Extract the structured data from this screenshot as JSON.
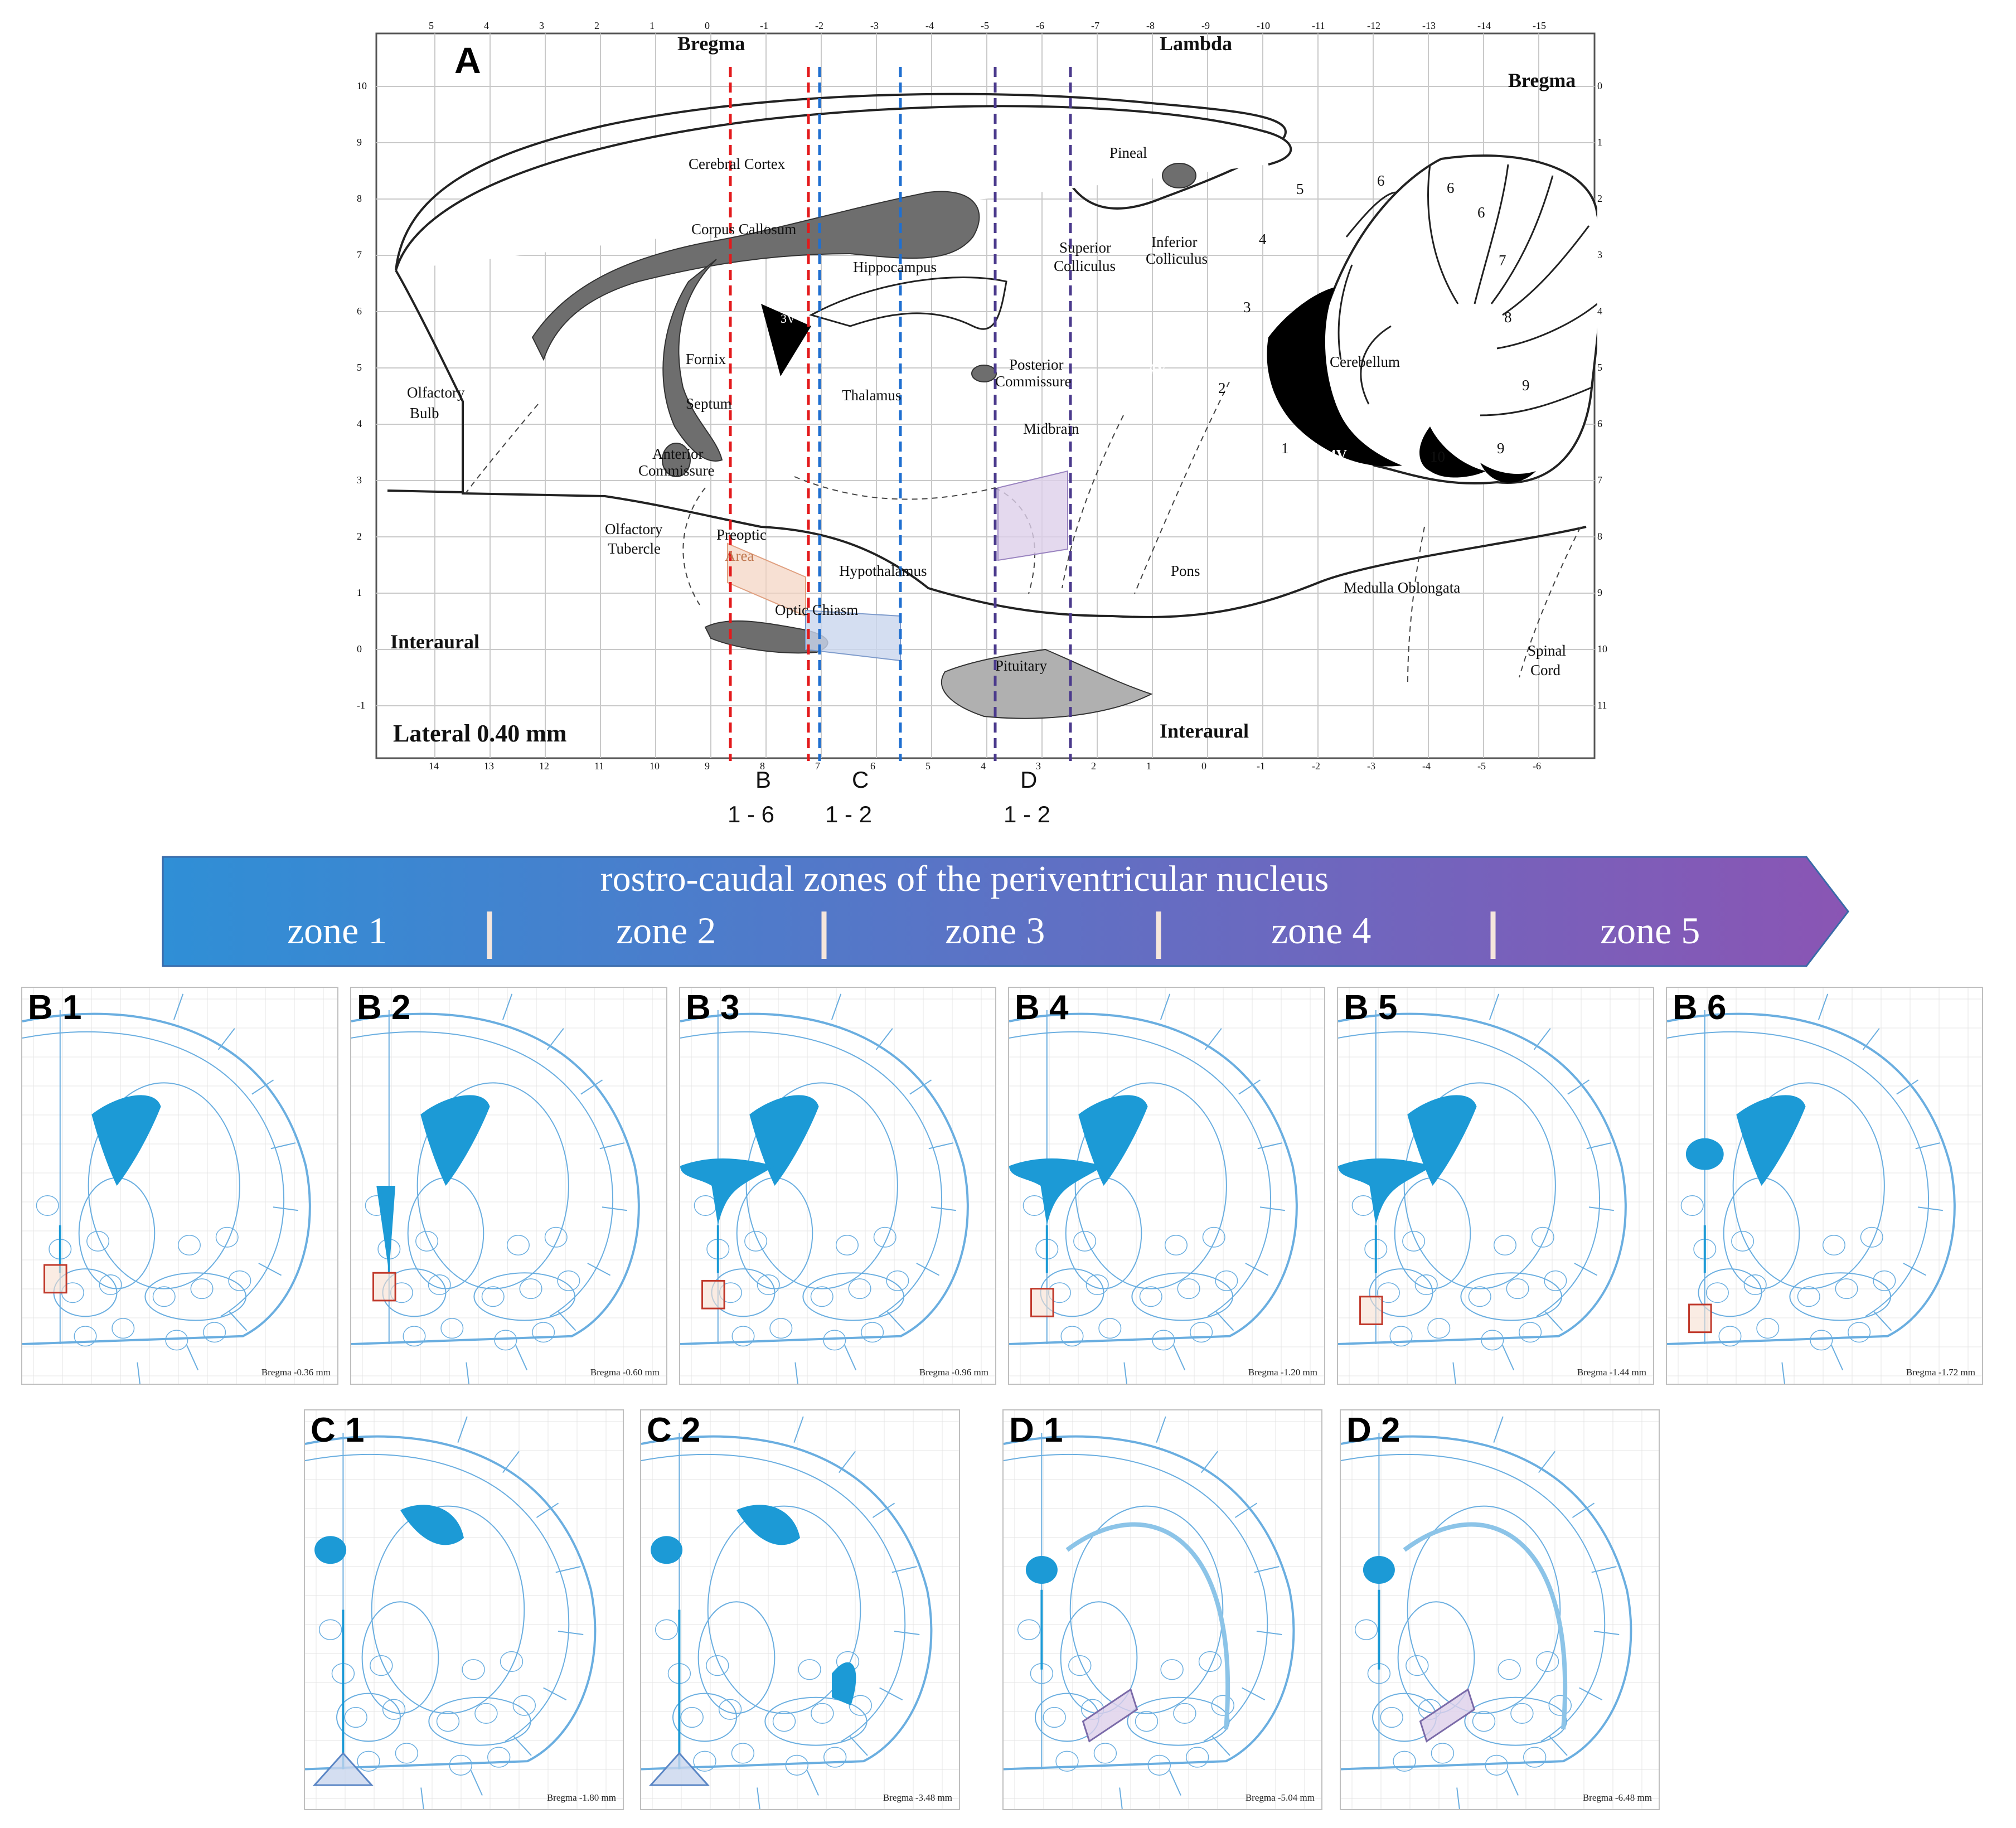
{
  "panel_a": {
    "label": "A",
    "bregma_top": "Bregma",
    "lambda": "Lambda",
    "bregma_right": "Bregma",
    "interaural_left": "Interaural",
    "interaural_bottom": "Interaural",
    "lateral": "Lateral 0.40 mm",
    "top_ticks": [
      "5",
      "4",
      "3",
      "2",
      "1",
      "0",
      "-1",
      "-2",
      "-3",
      "-4",
      "-5",
      "-6",
      "-7",
      "-8",
      "-9",
      "-10",
      "-11",
      "-12",
      "-13",
      "-14",
      "-15"
    ],
    "bottom_ticks": [
      "14",
      "13",
      "12",
      "11",
      "10",
      "9",
      "8",
      "7",
      "6",
      "5",
      "4",
      "3",
      "2",
      "1",
      "0",
      "-1",
      "-2",
      "-3",
      "-4",
      "-5",
      "-6"
    ],
    "left_ticks": [
      "10",
      "9",
      "8",
      "7",
      "6",
      "5",
      "4",
      "3",
      "2",
      "1",
      "0",
      "-1"
    ],
    "right_ticks": [
      "0",
      "1",
      "2",
      "3",
      "4",
      "5",
      "6",
      "7",
      "8",
      "9",
      "10",
      "11"
    ],
    "regions": {
      "cerebral_cortex": "Cerebral Cortex",
      "corpus_callosum": "Corpus Callosum",
      "hippocampus": "Hippocampus",
      "pineal": "Pineal",
      "superior_colliculus_1": "Superior",
      "superior_colliculus_2": "Colliculus",
      "inferior_colliculus_1": "Inferior",
      "inferior_colliculus_2": "Colliculus",
      "third_ventricle": "3V",
      "fornix": "Fornix",
      "septum": "Septum",
      "thalamus": "Thalamus",
      "posterior_commissure_1": "Posterior",
      "posterior_commissure_2": "Commissure",
      "midbrain": "Midbrain",
      "olfactory_bulb_1": "Olfactory",
      "olfactory_bulb_2": "Bulb",
      "anterior_commissure_1": "Anterior",
      "anterior_commissure_2": "Commissure",
      "olfactory_tubercle_1": "Olfactory",
      "olfactory_tubercle_2": "Tubercle",
      "preoptic_1": "Preoptic",
      "preoptic_2": "Area",
      "hypothalamus": "Hypothalamus",
      "optic_chiasm": "Optic Chiasm",
      "pituitary": "Pituitary",
      "pons": "Pons",
      "medulla": "Medulla Oblongata",
      "cerebellum": "Cerebellum",
      "fourth_ventricle_a": "4V",
      "fourth_ventricle_b": "4V",
      "spinal_cord_1": "Spinal",
      "spinal_cord_2": "Cord"
    },
    "lobules": [
      "1",
      "2",
      "3",
      "4",
      "5",
      "6",
      "6",
      "6",
      "7",
      "8",
      "9",
      "9",
      "10"
    ],
    "range_labels": {
      "b": "B",
      "c": "C",
      "d": "D",
      "b_range": "1  -  6",
      "c_range": "1  -  2",
      "d_range": "1 - 2"
    },
    "colors": {
      "red": "#e31a1c",
      "blue": "#1f6fd0",
      "purple": "#4b3a8c",
      "gray": "#6e6e6e"
    }
  },
  "zone_banner": {
    "title": "rostro-caudal zones of the periventricular  nucleus",
    "zones": [
      "zone  1",
      "zone  2",
      "zone  3",
      "zone  4",
      "zone  5"
    ],
    "gradient_start": "#2f8fd6",
    "gradient_end": "#8a55b4"
  },
  "slices_row1": [
    {
      "label": "B 1",
      "bregma": "Bregma -0.36 mm"
    },
    {
      "label": "B 2",
      "bregma": "Bregma -0.60 mm"
    },
    {
      "label": "B 3",
      "bregma": "Bregma -0.96 mm"
    },
    {
      "label": "B 4",
      "bregma": "Bregma -1.20 mm"
    },
    {
      "label": "B 5",
      "bregma": "Bregma -1.44 mm"
    },
    {
      "label": "B 6",
      "bregma": "Bregma -1.72 mm"
    }
  ],
  "slices_row2": [
    {
      "label": "C 1",
      "bregma": "Bregma -1.80 mm"
    },
    {
      "label": "C 2",
      "bregma": "Bregma -3.48 mm"
    },
    {
      "label": "D 1",
      "bregma": "Bregma -5.04 mm"
    },
    {
      "label": "D 2",
      "bregma": "Bregma -6.48 mm"
    }
  ],
  "slice_colors": {
    "outline": "#6aaee0",
    "ventricle": "#1c9ad6",
    "red_box": "#c0392b",
    "blue_box": "#5b86c5",
    "purple_box": "#7a6aa8"
  }
}
